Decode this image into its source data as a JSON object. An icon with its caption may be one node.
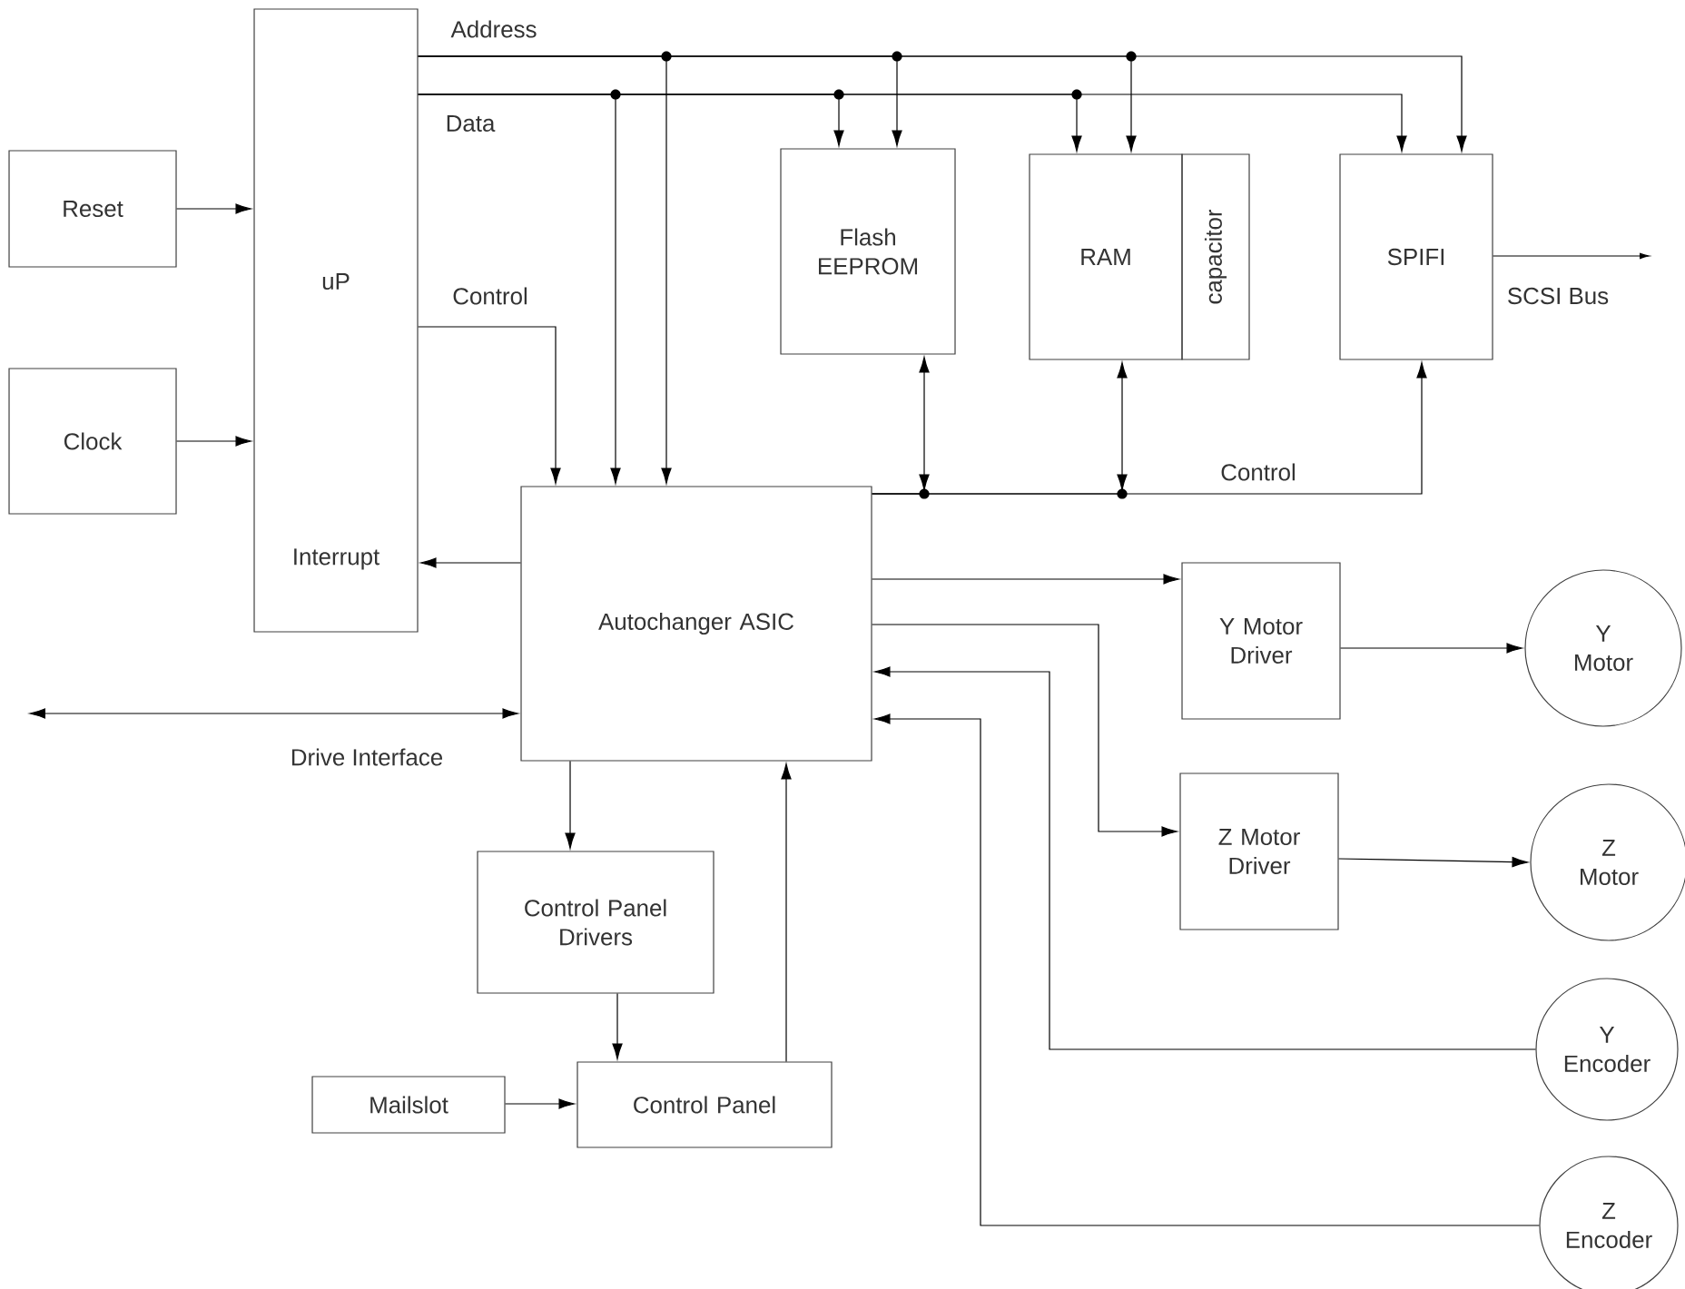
{
  "diagram": {
    "nodes": [
      {
        "text": [
          "Reset"
        ]
      },
      {
        "text": [
          "Clock"
        ]
      },
      {
        "text": [
          "uP",
          "Interrupt"
        ]
      },
      {
        "text": [
          "Flash EEPROM"
        ]
      },
      {
        "text": [
          "RAM"
        ]
      },
      {
        "text": [
          "capacitor"
        ]
      },
      {
        "text": [
          "SPIFI"
        ],
        "beside": [
          "SCSI Bus"
        ]
      },
      {
        "text": [
          "Autochanger ASIC"
        ]
      },
      {
        "text": [
          "Control Panel Drivers"
        ]
      },
      {
        "text": [
          "Mailslot"
        ]
      },
      {
        "text": [
          "Control Panel"
        ]
      },
      {
        "text": [
          "Y Motor Driver"
        ]
      },
      {
        "text": [
          "Z Motor Driver"
        ]
      },
      {
        "text": [
          "Y Motor"
        ]
      },
      {
        "text": [
          "Z Motor"
        ]
      },
      {
        "text": [
          "Y Encoder"
        ]
      },
      {
        "text": [
          "Z Encoder"
        ]
      }
    ],
    "edges": [
      {
        "from": 0,
        "to": 2,
        "arrow": "to"
      },
      {
        "from": 1,
        "to": 2,
        "arrow": "to"
      },
      {
        "from": 2,
        "to": 7,
        "arrow": "to",
        "label": "Address"
      },
      {
        "from": 2,
        "to": 3,
        "arrow": "to"
      },
      {
        "from": 2,
        "to": 4,
        "arrow": "to"
      },
      {
        "from": 2,
        "to": 6,
        "arrow": "to"
      },
      {
        "from": 2,
        "to": 7,
        "arrow": "to",
        "label": "Data"
      },
      {
        "from": 2,
        "to": 3,
        "arrow": "to"
      },
      {
        "from": 2,
        "to": 4,
        "arrow": "to"
      },
      {
        "from": 2,
        "to": 6,
        "arrow": "to"
      },
      {
        "from": 2,
        "to": 7,
        "arrow": "to",
        "label": "Control"
      },
      {
        "from": 7,
        "to": 2,
        "arrow": "to"
      },
      {
        "from": null,
        "to": 7,
        "arrow": "both",
        "label": "Drive Interface"
      },
      {
        "from": 7,
        "to": 3,
        "arrow": "to"
      },
      {
        "from": 7,
        "to": 4,
        "arrow": "to"
      },
      {
        "from": 7,
        "to": 6,
        "arrow": "to",
        "label": "Control"
      },
      {
        "from": 7,
        "to": 11,
        "arrow": "to"
      },
      {
        "from": 7,
        "to": 12,
        "arrow": "to"
      },
      {
        "from": 11,
        "to": 13,
        "arrow": "to"
      },
      {
        "from": 12,
        "to": 14,
        "arrow": "to"
      },
      {
        "from": 15,
        "to": 7,
        "arrow": "to"
      },
      {
        "from": 16,
        "to": 7,
        "arrow": "to"
      },
      {
        "from": 7,
        "to": 8,
        "arrow": "to"
      },
      {
        "from": 8,
        "to": 10,
        "arrow": "to"
      },
      {
        "from": 9,
        "to": 10,
        "arrow": "to"
      },
      {
        "from": 10,
        "to": 7,
        "arrow": "to"
      }
    ]
  }
}
